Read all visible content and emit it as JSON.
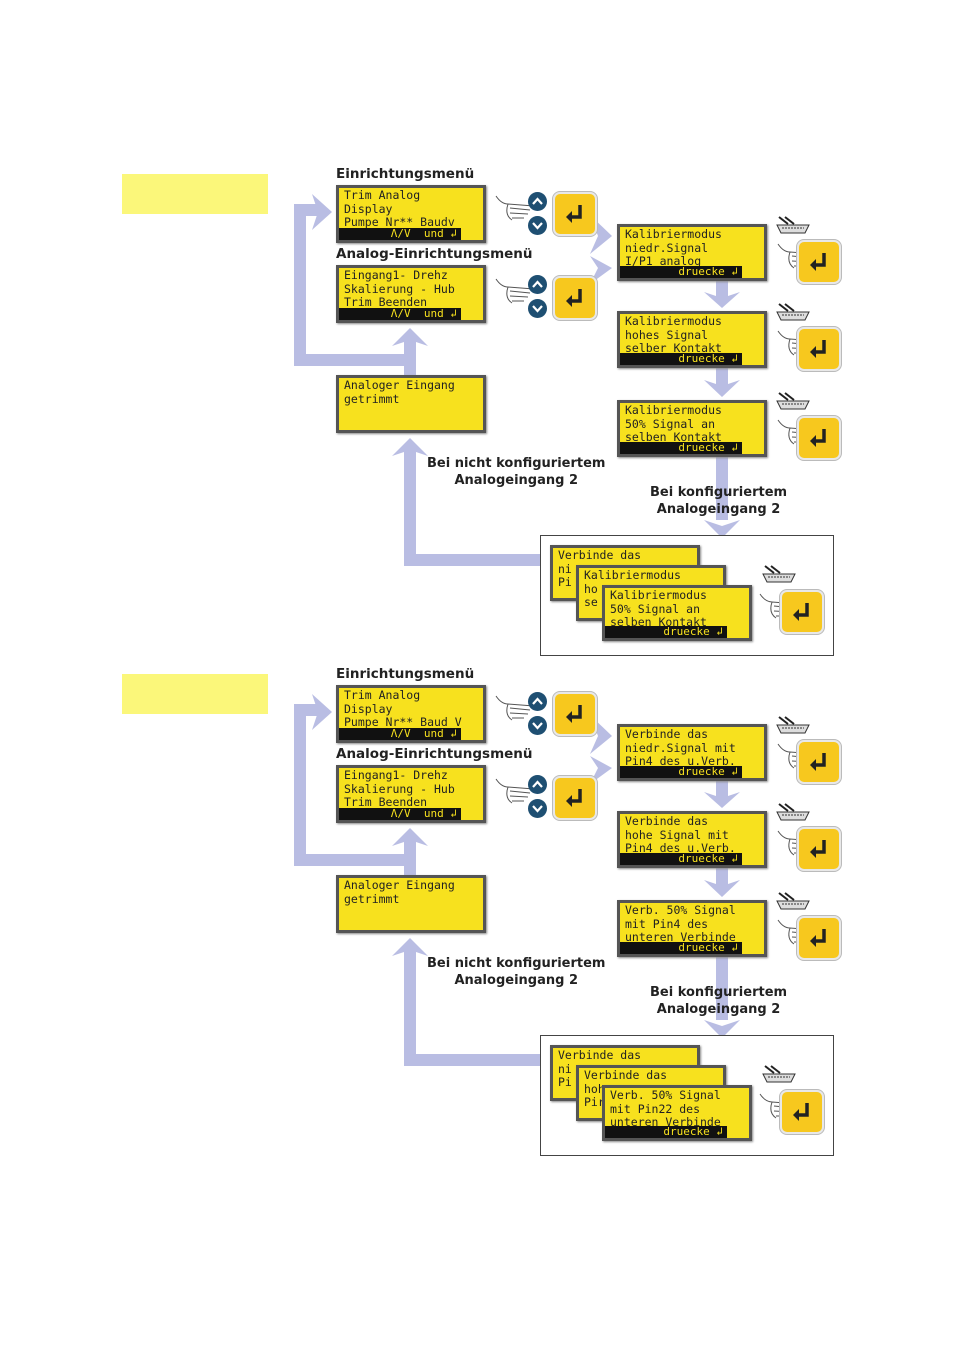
{
  "colors": {
    "lcd": "#f7e11e",
    "arrow": "#b9bde3",
    "highlight": "#fbf77a",
    "key": "#f7c81e",
    "round_button": "#1e4f72"
  },
  "diagrams": [
    {
      "setup_menu_title": "Einrichtungsmenü",
      "setup_menu_lines": [
        "Trim Analog",
        "Display",
        "Pumpe Nr** Baudv"
      ],
      "setup_menu_bar": "Λ/V  und ↲",
      "analog_menu_title": "Analog-Einrichtungsmenü",
      "analog_menu_lines": [
        "Eingang1- Drehz",
        "Skalierung - Hub",
        "Trim Beenden"
      ],
      "analog_menu_bar": "Λ/V  und ↲",
      "trimmed_lines": [
        "Analoger Eingang",
        "getrimmt"
      ],
      "not_configured_label": [
        "Bei nicht konfiguriertem",
        "Analogeingang 2"
      ],
      "configured_label": [
        "Bei konfiguriertem",
        "Analogeingang 2"
      ],
      "steps": [
        {
          "lines": [
            "Kalibriermodus",
            "niedr.Signal",
            "I/P1 analog"
          ],
          "bar": "druecke ↲"
        },
        {
          "lines": [
            "Kalibriermodus",
            "hohes Signal",
            "selber Kontakt"
          ],
          "bar": "druecke ↲"
        },
        {
          "lines": [
            "Kalibriermodus",
            "50% Signal an",
            "selben Kontakt"
          ],
          "bar": "druecke ↲"
        }
      ],
      "stack": [
        {
          "lines": [
            "Verbinde das",
            "ni",
            "Pi"
          ]
        },
        {
          "lines": [
            "Kalibriermodus",
            "ho",
            "se"
          ]
        },
        {
          "lines": [
            "Kalibriermodus",
            "50% Signal an",
            "selben Kontakt"
          ],
          "bar": "druecke ↲"
        }
      ]
    },
    {
      "setup_menu_title": "Einrichtungsmenü",
      "setup_menu_lines": [
        "Trim Analog",
        "Display",
        "Pumpe Nr** Baud V"
      ],
      "setup_menu_bar": "Λ/V  und ↲",
      "analog_menu_title": "Analog-Einrichtungsmenü",
      "analog_menu_lines": [
        "Eingang1- Drehz",
        "Skalierung - Hub",
        "Trim Beenden"
      ],
      "analog_menu_bar": "Λ/V  und ↲",
      "trimmed_lines": [
        "Analoger Eingang",
        "getrimmt"
      ],
      "not_configured_label": [
        "Bei nicht konfiguriertem",
        "Analogeingang 2"
      ],
      "configured_label": [
        "Bei konfiguriertem",
        "Analogeingang 2"
      ],
      "steps": [
        {
          "lines": [
            "Verbinde das",
            "niedr.Signal mit",
            "Pin4 des u.Verb."
          ],
          "bar": "druecke ↲"
        },
        {
          "lines": [
            "Verbinde das",
            "hohe Signal mit",
            "Pin4 des u.Verb."
          ],
          "bar": "druecke ↲"
        },
        {
          "lines": [
            "Verb. 50% Signal",
            "mit Pin4 des",
            "unteren Verbinde"
          ],
          "bar": "druecke ↲"
        }
      ],
      "stack": [
        {
          "lines": [
            "Verbinde das",
            "ni",
            "Pi"
          ]
        },
        {
          "lines": [
            "Verbinde das",
            "hoh",
            "Pir"
          ]
        },
        {
          "lines": [
            "Verb. 50% Signal",
            "mit Pin22 des",
            "unteren Verbinde"
          ],
          "bar": "druecke ↲"
        }
      ]
    }
  ]
}
